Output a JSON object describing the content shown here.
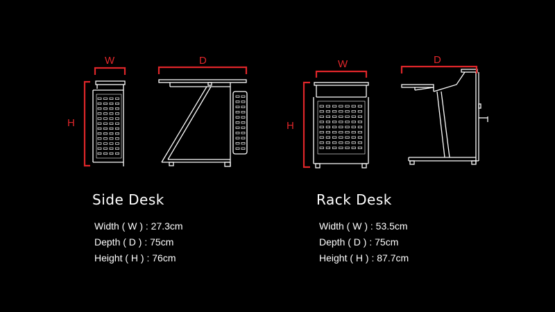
{
  "colors": {
    "background": "#000000",
    "dimension": "#e0262a",
    "outline": "#ffffff"
  },
  "dimension_labels": {
    "width": "W",
    "depth": "D",
    "height": "H"
  },
  "side_desk": {
    "title": "Side Desk",
    "specs": [
      "Width ( W ) : 27.3cm",
      "Depth ( D ) : 75cm",
      "Height ( H ) : 76cm"
    ]
  },
  "rack_desk": {
    "title": "Rack Desk",
    "specs": [
      "Width ( W ) : 53.5cm",
      "Depth ( D ) : 75cm",
      "Height ( H ) : 87.7cm"
    ]
  }
}
